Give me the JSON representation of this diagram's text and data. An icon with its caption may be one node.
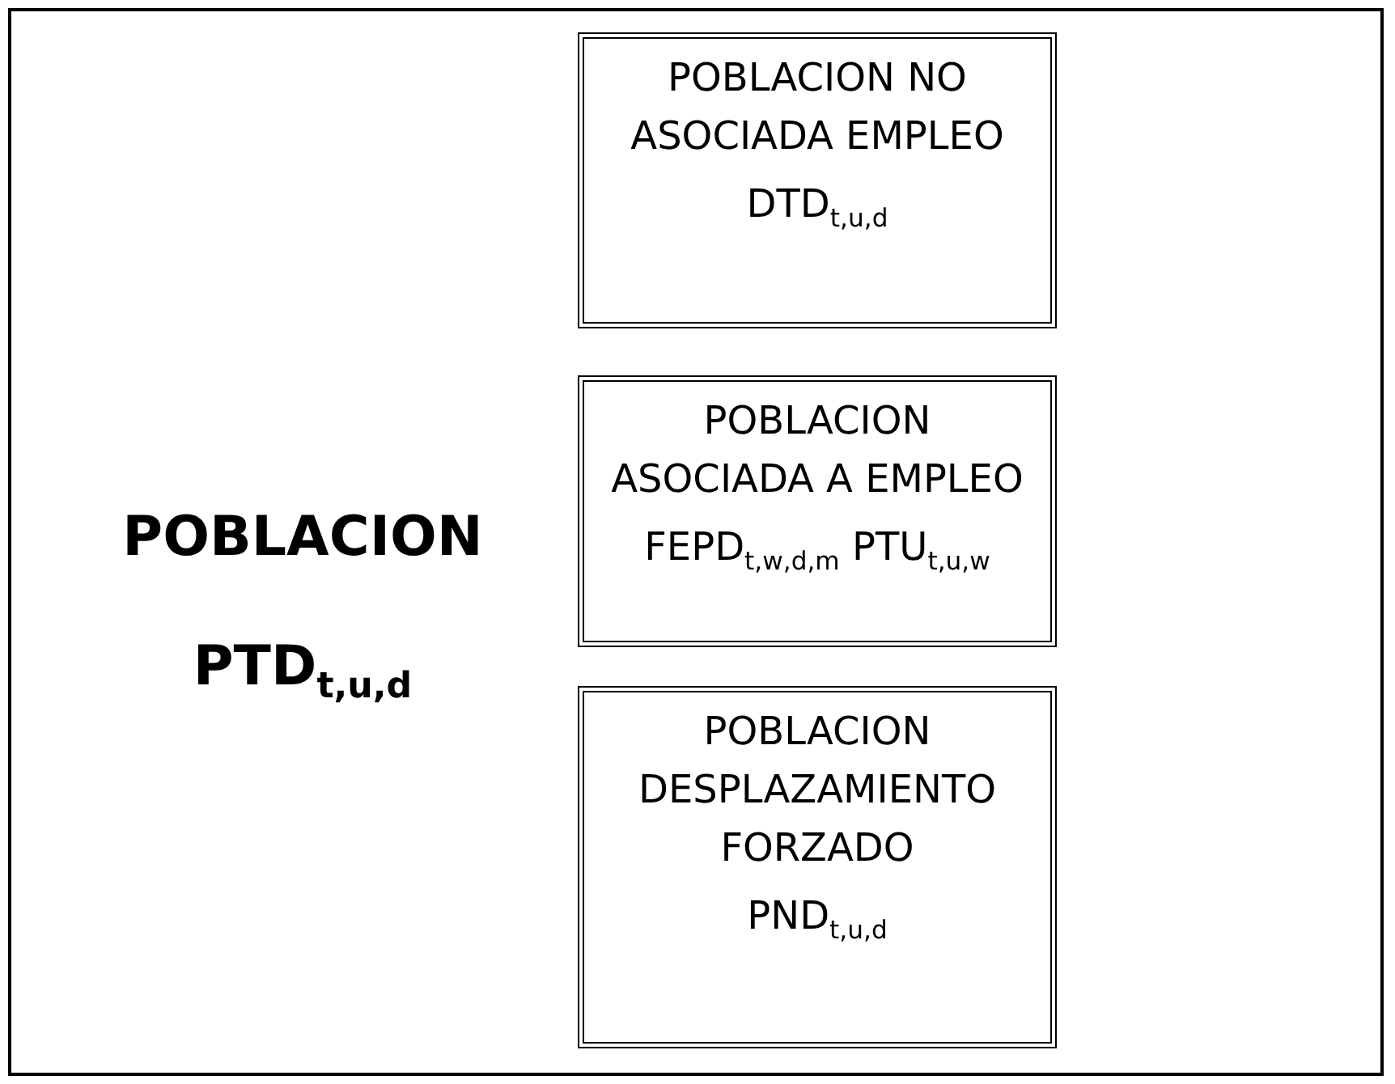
{
  "diagram": {
    "nodes": [
      {
        "text": [
          "POBLACION",
          "PTD$_{t,u,d}$"
        ]
      },
      {
        "text": [
          "POBLACION NO ASOCIADA EMPLEO",
          "DTD$_{t,u,d}$"
        ],
        "in": 0
      },
      {
        "text": [
          "POBLACION ASOCIADA A EMPLEO",
          "FEPD$_{t,w,d,m}$ PTU$_{t,u,w}$"
        ],
        "in": 0
      },
      {
        "text": [
          "POBLACION DESPLAZAMIENTO FORZADO",
          "PND$_{t,u,d}$"
        ],
        "in": 0
      }
    ]
  }
}
